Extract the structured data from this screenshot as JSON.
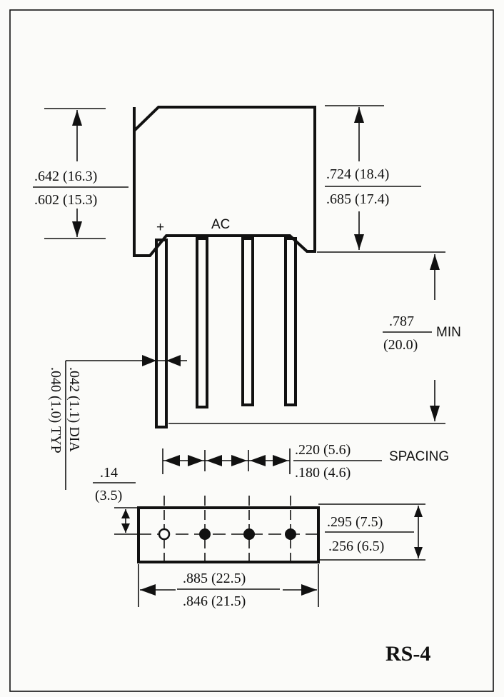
{
  "part_number": "RS-4",
  "labels": {
    "plus": "+",
    "ac": "AC",
    "min": "MIN",
    "spacing": "SPACING"
  },
  "dimensions": {
    "body_height_max": ".642 (16.3)",
    "body_height_min": ".602 (15.3)",
    "overall_height_max": ".724 (18.4)",
    "overall_height_min": ".685 (17.4)",
    "lead_length_top": ".787",
    "lead_length_bottom": "(20.0)",
    "lead_dia_max": ".042 (1.1) DIA",
    "lead_dia_min": ".040 (1.0) TYP",
    "spacing_max": ".220 (5.6)",
    "spacing_min": ".180 (4.6)",
    "edge_offset_top": ".14",
    "edge_offset_bottom": "(3.5)",
    "depth_max": ".295 (7.5)",
    "depth_min": ".256 (6.5)",
    "width_max": ".885 (22.5)",
    "width_min": ".846 (21.5)"
  }
}
